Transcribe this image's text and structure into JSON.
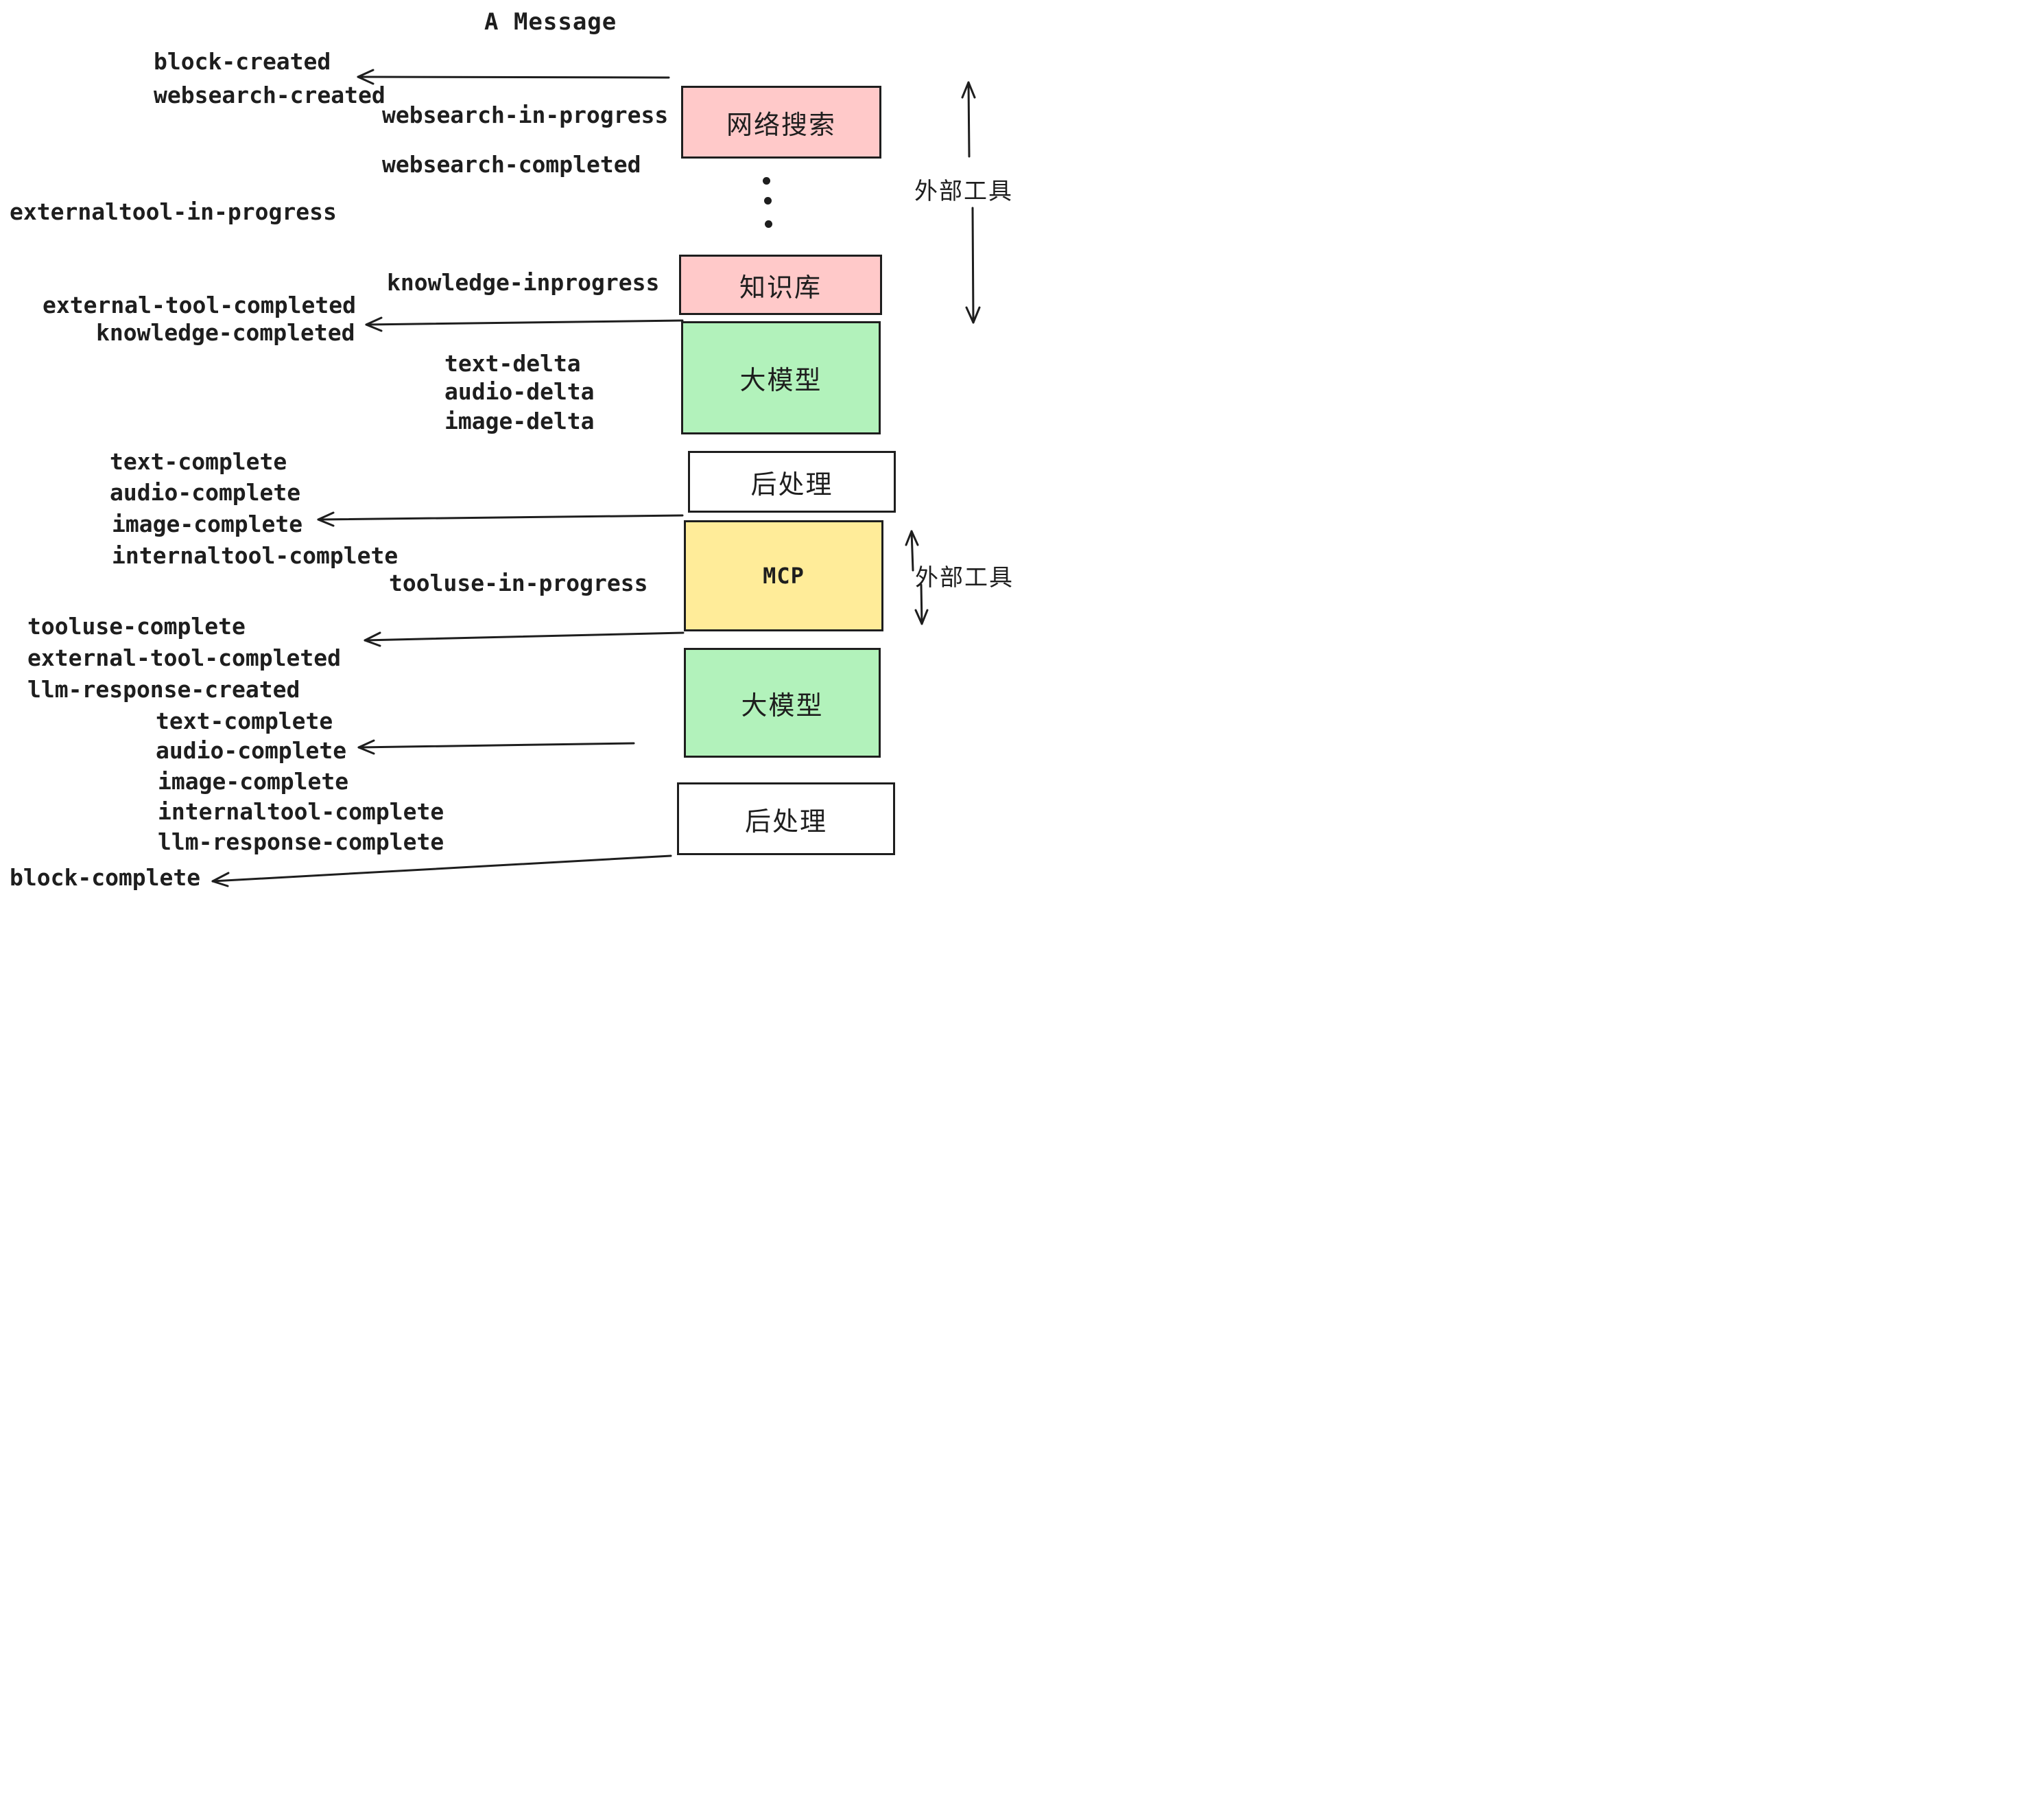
{
  "title": "A Message",
  "colors": {
    "pink": "#ffc9c9",
    "green": "#b2f2bb",
    "yellow": "#ffec99",
    "white": "#ffffff",
    "stroke": "#1e1e1e"
  },
  "flow_boxes": [
    {
      "id": "websearch",
      "label": "网络搜索",
      "color": "pink"
    },
    {
      "id": "knowledge",
      "label": "知识库",
      "color": "pink"
    },
    {
      "id": "llm-1",
      "label": "大模型",
      "color": "green"
    },
    {
      "id": "post-1",
      "label": "后处理",
      "color": "white"
    },
    {
      "id": "mcp",
      "label": "MCP",
      "color": "yellow"
    },
    {
      "id": "llm-2",
      "label": "大模型",
      "color": "green"
    },
    {
      "id": "post-2",
      "label": "后处理",
      "color": "white"
    }
  ],
  "events": [
    {
      "id": "block-created",
      "text": "block-created"
    },
    {
      "id": "websearch-created",
      "text": "websearch-created"
    },
    {
      "id": "websearch-in-progress",
      "text": "websearch-in-progress"
    },
    {
      "id": "websearch-completed",
      "text": "websearch-completed"
    },
    {
      "id": "externaltool-in-progress",
      "text": "externaltool-in-progress"
    },
    {
      "id": "knowledge-inprogress",
      "text": "knowledge-inprogress"
    },
    {
      "id": "external-tool-completed",
      "text": "external-tool-completed"
    },
    {
      "id": "knowledge-completed",
      "text": "knowledge-completed"
    },
    {
      "id": "text-delta-1",
      "text": "text-delta"
    },
    {
      "id": "audio-delta-1",
      "text": "audio-delta"
    },
    {
      "id": "image-delta-1",
      "text": "image-delta"
    },
    {
      "id": "text-complete-1",
      "text": "text-complete"
    },
    {
      "id": "audio-complete-1",
      "text": "audio-complete"
    },
    {
      "id": "image-complete-1",
      "text": "image-complete"
    },
    {
      "id": "internaltool-complete-1",
      "text": "internaltool-complete"
    },
    {
      "id": "tooluse-in-progress",
      "text": "tooluse-in-progress"
    },
    {
      "id": "tooluse-complete",
      "text": "tooluse-complete"
    },
    {
      "id": "external-tool-completed-2",
      "text": "external-tool-completed"
    },
    {
      "id": "llm-response-created",
      "text": "llm-response-created"
    },
    {
      "id": "text-complete-2",
      "text": "text-complete"
    },
    {
      "id": "audio-complete-2",
      "text": "audio-complete"
    },
    {
      "id": "image-complete-2",
      "text": "image-complete"
    },
    {
      "id": "internaltool-complete-2",
      "text": "internaltool-complete"
    },
    {
      "id": "llm-response-complete",
      "text": "llm-response-complete"
    },
    {
      "id": "block-complete",
      "text": "block-complete"
    }
  ],
  "side_annotations": [
    {
      "id": "external-tools-top",
      "text": "外部工具"
    },
    {
      "id": "external-tools-mcp",
      "text": "外部工具"
    }
  ]
}
